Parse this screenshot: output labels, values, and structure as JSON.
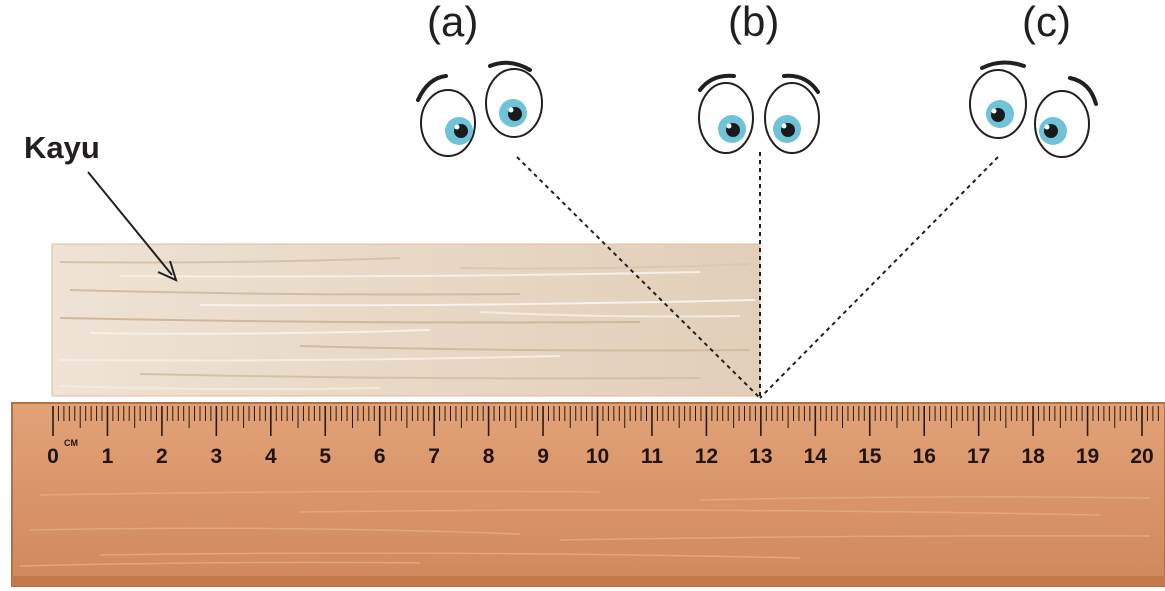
{
  "labels": {
    "view_a": "(a)",
    "view_b": "(b)",
    "view_c": "(c)",
    "object": "Kayu"
  },
  "ruler": {
    "unit": "CM",
    "min": 0,
    "max": 20,
    "numbers": [
      "0",
      "1",
      "2",
      "3",
      "4",
      "5",
      "6",
      "7",
      "8",
      "9",
      "10",
      "11",
      "12",
      "13",
      "14",
      "15",
      "16",
      "17",
      "18",
      "19",
      "20"
    ],
    "object_end_value": 13
  },
  "colors": {
    "ruler_fill": "#d9956a",
    "ruler_edge": "#b5703f",
    "wood_fill": "#eadccb",
    "iris": "#6fc3d9",
    "ink": "#231f20"
  },
  "icons": {
    "viewer_eyes": "cartoon-eyes-icon",
    "pointer": "arrow-icon"
  }
}
